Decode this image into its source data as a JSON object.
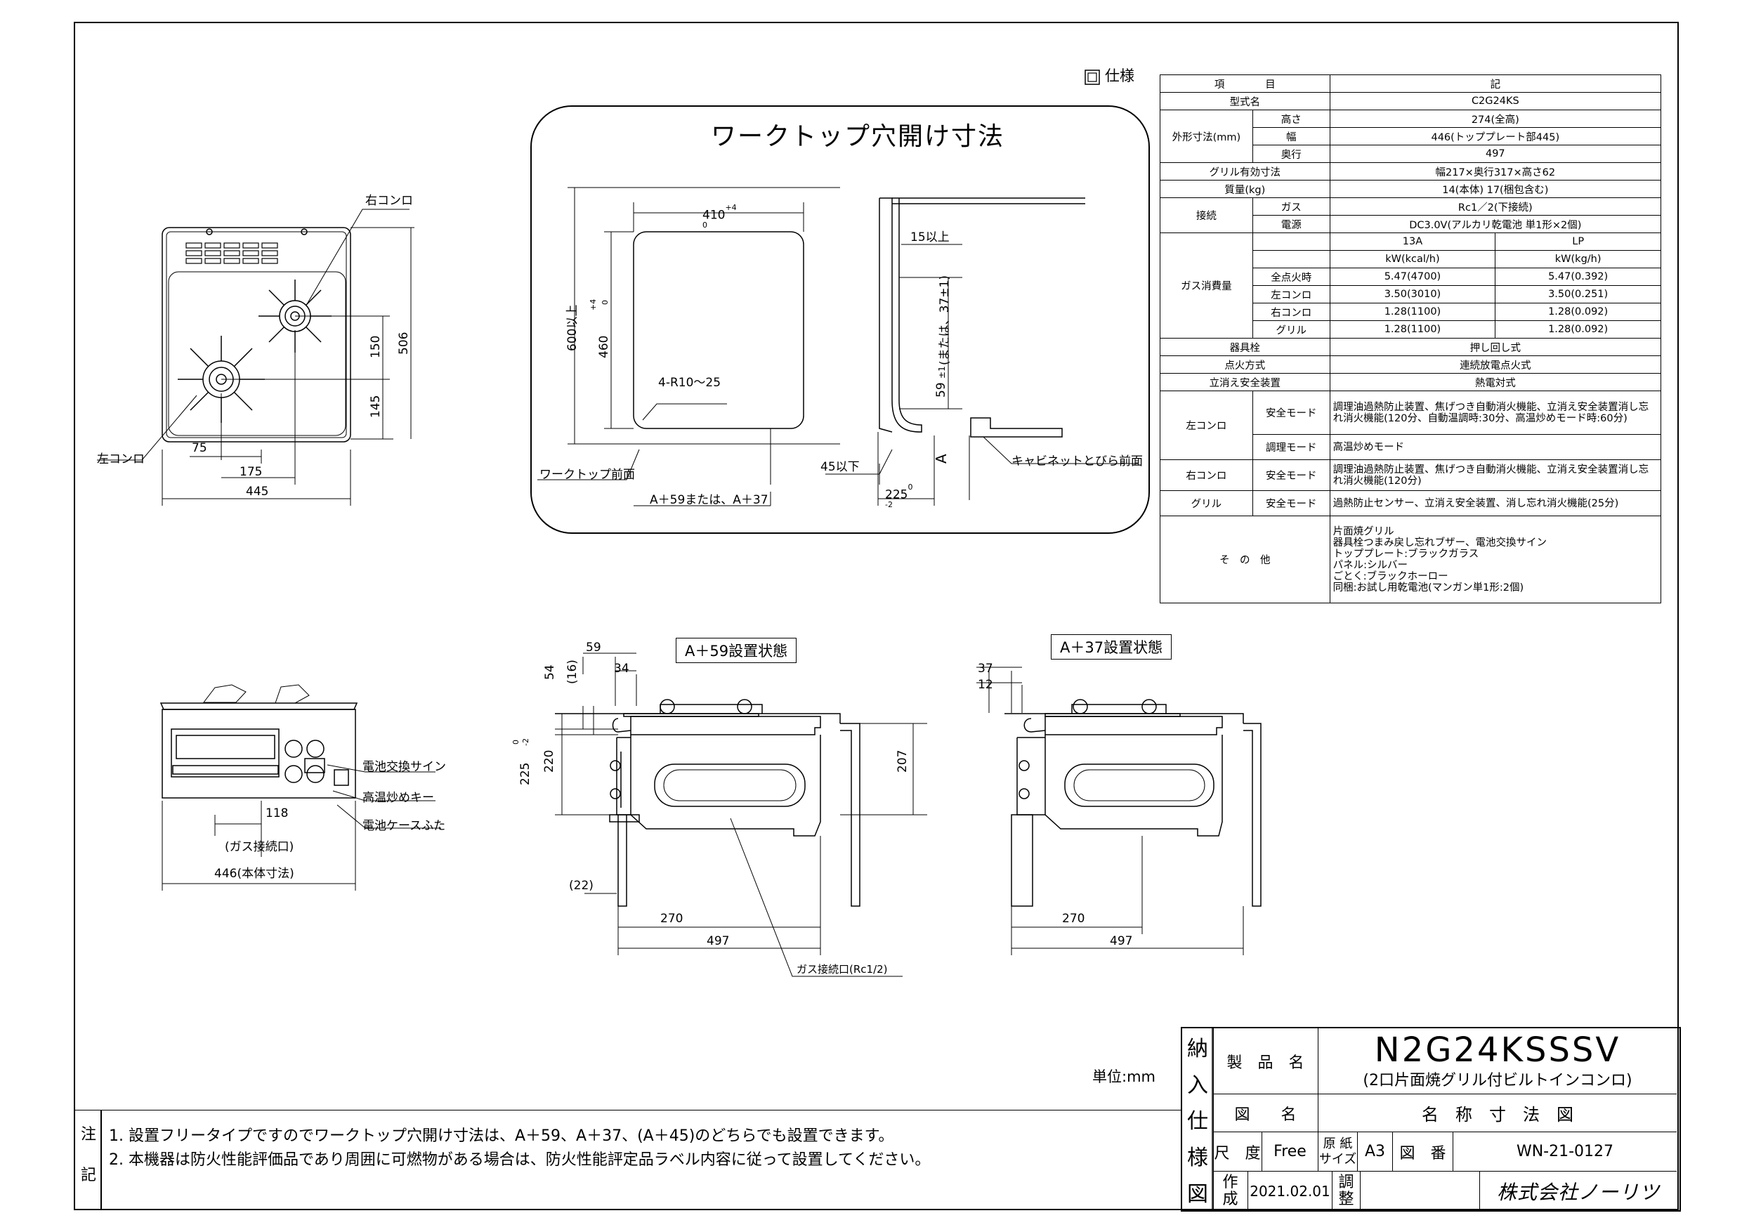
{
  "unit_label": "単位:mm",
  "spec_marker": "仕様",
  "cutout": {
    "title": "ワークトップ穴開け寸法",
    "dim_width": "410",
    "dim_width_tol_upper": "+4",
    "dim_width_tol_lower": "0",
    "dim_depth": "460",
    "dim_depth_tol_upper": "+4",
    "dim_depth_tol_lower": "0",
    "dim_depth_min": "600以上",
    "corner": "4-R10～25",
    "front_label": "ワークトップ前面",
    "front_offset": "A＋59または、A＋37",
    "sec_top": "15以上",
    "sec_side": "59",
    "sec_side_tol": "±1",
    "sec_side_alt": "(または、37±1)",
    "sec_a": "A",
    "sec_bottom": "45以下",
    "sec_depth": "225",
    "sec_depth_tol_upper": "0",
    "sec_depth_tol_lower": "-2",
    "cabinet_front": "キャビネットとびら前面"
  },
  "top_view": {
    "right_burner": "右コンロ",
    "left_burner": "左コンロ",
    "d150": "150",
    "d145": "145",
    "d506": "506",
    "d75": "75",
    "d175": "175",
    "d445": "445"
  },
  "front_view": {
    "battery_sign": "電池交換サイン",
    "high_temp_key": "高温炒めキー",
    "battery_cover": "電池ケースふた",
    "d118": "118",
    "gas_port": "(ガス接続口)",
    "body_width": "446(本体寸法)"
  },
  "side_a59": {
    "label": "A＋59設置状態",
    "d59": "59",
    "d34": "34",
    "d54": "54",
    "d16": "(16)",
    "d225": "225",
    "d225_tol_upper": "0",
    "d225_tol_lower": "-2",
    "d220": "220",
    "d207": "207",
    "d22": "(22)",
    "d270": "270",
    "d497": "497",
    "gas_port": "ガス接続口(Rc1/2)"
  },
  "side_a37": {
    "label": "A＋37設置状態",
    "d37": "37",
    "d12": "12",
    "d270": "270",
    "d497": "497"
  },
  "spec_table": {
    "hdr_item": "項　　　　目",
    "hdr_note": "記",
    "model_label": "型式名",
    "model": "C2G24KS",
    "outer_label": "外形寸法(mm)",
    "height_label": "高さ",
    "height": "274(全高)",
    "width_label": "幅",
    "width": "446(トッププレート部445)",
    "depth_label": "奥行",
    "depth": "497",
    "grill_label": "グリル有効寸法",
    "grill": "幅217×奥行317×高さ62",
    "mass_label": "質量(kg)",
    "mass": "14(本体)  17(梱包含む)",
    "conn_label": "接続",
    "gas_label": "ガス",
    "gas": "Rc1／2(下接続)",
    "power_label": "電源",
    "power": "DC3.0V(アルカリ乾電池 単1形×2個)",
    "cons_label": "ガス消費量",
    "col_13a": "13A",
    "col_lp": "LP",
    "unit_13a": "kW(kcal/h)",
    "unit_lp": "kW(kg/h)",
    "rows": [
      {
        "name": "全点火時",
        "a": "5.47(4700)",
        "b": "5.47(0.392)"
      },
      {
        "name": "左コンロ",
        "a": "3.50(3010)",
        "b": "3.50(0.251)"
      },
      {
        "name": "右コンロ",
        "a": "1.28(1100)",
        "b": "1.28(0.092)"
      },
      {
        "name": "グリル",
        "a": "1.28(1100)",
        "b": "1.28(0.092)"
      }
    ],
    "valve_label": "器具栓",
    "valve": "押し回し式",
    "ign_label": "点火方式",
    "ign": "連続放電点火式",
    "flame_label": "立消え安全装置",
    "flame": "熱電対式",
    "left_label": "左コンロ",
    "safety_mode": "安全モード",
    "left_safety": "調理油過熱防止装置、焦げつき自動消火機能、立消え安全装置消し忘れ消火機能(120分、自動温調時:30分、高温炒めモード時:60分)",
    "cook_mode": "調理モード",
    "left_cook": "高温炒めモード",
    "right_label": "右コンロ",
    "right_safety": "調理油過熱防止装置、焦げつき自動消火機能、立消え安全装置消し忘れ消火機能(120分)",
    "grill_row_label": "グリル",
    "grill_safety": "過熱防止センサー、立消え安全装置、消し忘れ消火機能(25分)",
    "other_label": "そ　の　他",
    "other": [
      "片面焼グリル",
      "器具栓つまみ戻し忘れブザー、電池交換サイン",
      "トッププレート:ブラックガラス",
      "パネル:シルバー",
      "ごとく:ブラックホーロー",
      "同梱:お試し用乾電池(マンガン単1形:2個)"
    ]
  },
  "notes": {
    "tag1": "注",
    "tag2": "記",
    "line1": "1. 設置フリータイプですのでワークトップ穴開け寸法は、A＋59、A＋37、(A＋45)のどちらでも設置できます。",
    "line2": "2. 本機器は防火性能評価品であり周囲に可燃物がある場合は、防火性能評定品ラベル内容に従って設置してください。"
  },
  "title_block": {
    "vertical": [
      "納",
      "入",
      "仕",
      "様",
      "図"
    ],
    "product_label": "製　品　名",
    "product_code": "N2G24KSSSV",
    "product_desc": "(2口片面焼グリル付ビルトインコンロ)",
    "drawing_label": "図　　名",
    "drawing_name": "名　称　寸　法　図",
    "scale_label": "尺　度",
    "scale": "Free",
    "paper_label_1": "原 紙",
    "paper_label_2": "サイズ",
    "paper": "A3",
    "number_label": "図　番",
    "number": "WN-21-0127",
    "created_label_1": "作",
    "created_label_2": "成",
    "created": "2021.02.01",
    "adjust_label_1": "調",
    "adjust_label_2": "整",
    "company": "株式会社ノーリツ"
  }
}
